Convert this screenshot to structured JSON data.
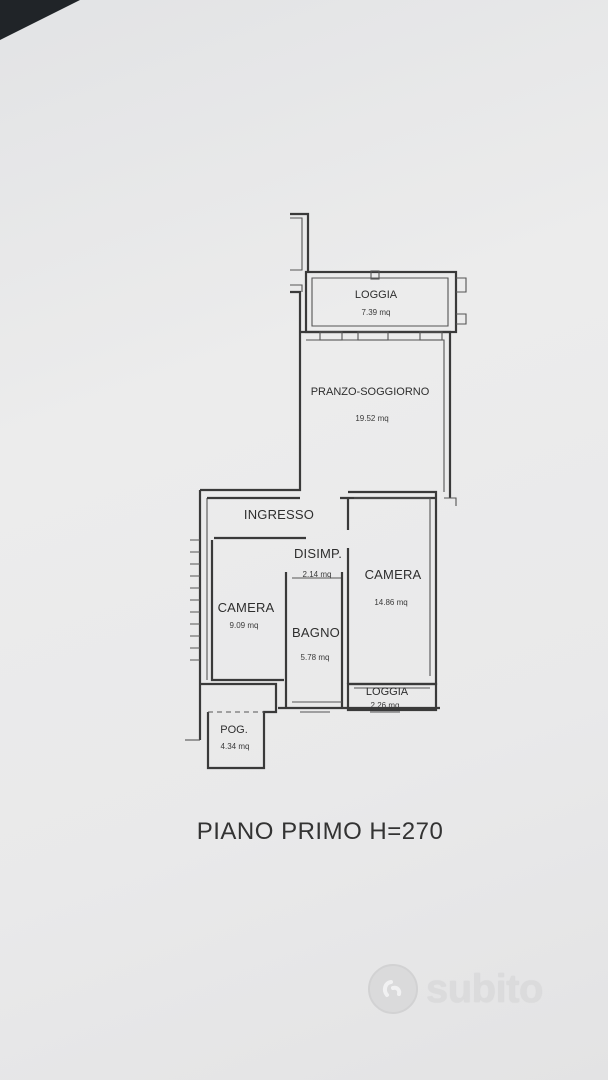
{
  "plan": {
    "rooms": [
      {
        "id": "loggia-top",
        "name": "LOGGIA",
        "area": "7.39 mq"
      },
      {
        "id": "pranzo",
        "name": "PRANZO-SOGGIORNO",
        "area": "19.52 mq"
      },
      {
        "id": "ingresso",
        "name": "INGRESSO",
        "area": ""
      },
      {
        "id": "disimp",
        "name": "DISIMP.",
        "area": "2.14 mq"
      },
      {
        "id": "camera-right",
        "name": "CAMERA",
        "area": "14.86 mq"
      },
      {
        "id": "camera-left",
        "name": "CAMERA",
        "area": "9.09 mq"
      },
      {
        "id": "bagno",
        "name": "BAGNO",
        "area": "5.78 mq"
      },
      {
        "id": "loggia-bottom",
        "name": "LOGGIA",
        "area": "2.26 mq"
      },
      {
        "id": "pog",
        "name": "POG.",
        "area": "4.34 mq"
      }
    ],
    "title": "PIANO PRIMO H=270"
  },
  "watermark": {
    "brand": "subito",
    "icon": "subito-logo-icon"
  },
  "colors": {
    "paper": "#e9e9ea",
    "ink": "#333333",
    "watermark": "#dadadb"
  }
}
